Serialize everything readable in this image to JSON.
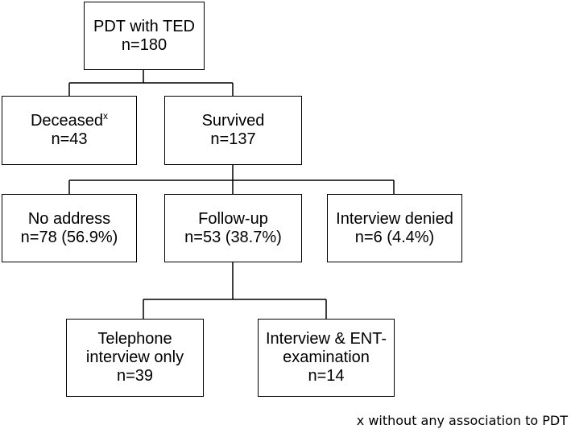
{
  "flowchart": {
    "root": {
      "title": "PDT with TED",
      "count": "n=180"
    },
    "deceased": {
      "title": "Deceased",
      "marker": "x",
      "count": "n=43"
    },
    "survived": {
      "title": "Survived",
      "count": "n=137"
    },
    "no_address": {
      "title": "No address",
      "count": "n=78 (56.9%)"
    },
    "follow_up": {
      "title": "Follow-up",
      "count": "n=53 (38.7%)"
    },
    "interview_denied": {
      "title": "Interview denied",
      "count": "n=6 (4.4%)"
    },
    "telephone": {
      "title_line1": "Telephone",
      "title_line2": "interview only",
      "count": "n=39"
    },
    "ent": {
      "title_line1": "Interview & ENT-",
      "title_line2": "examination",
      "count": "n=14"
    }
  },
  "footnote": "x without any association to PDT",
  "colors": {
    "line": "#000000",
    "box_border": "#000000",
    "background": "#ffffff"
  }
}
